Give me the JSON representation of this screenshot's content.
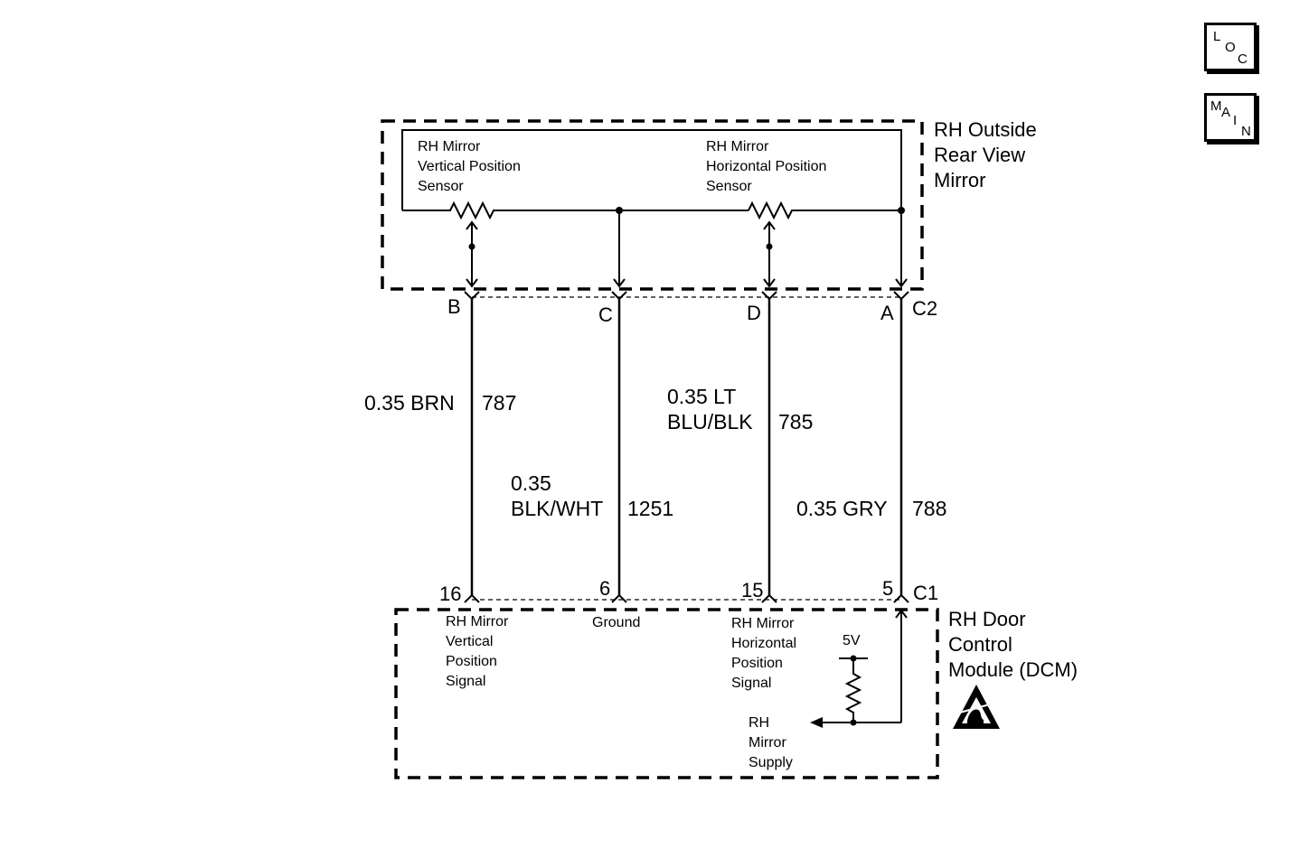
{
  "nav": {
    "loc": {
      "l1": "L",
      "l2": "O",
      "l3": "C"
    },
    "main": {
      "l1": "M",
      "l2": "A",
      "l3": "I",
      "l4": "N"
    }
  },
  "mirror": {
    "title_lines": [
      "RH Outside",
      "Rear View",
      "Mirror"
    ],
    "vertical_sensor_lines": [
      "RH Mirror",
      "Vertical Position",
      "Sensor"
    ],
    "horizontal_sensor_lines": [
      "RH Mirror",
      "Horizontal Position",
      "Sensor"
    ],
    "connector": "C2",
    "pins": {
      "b": "B",
      "c": "C",
      "d": "D",
      "a": "A"
    }
  },
  "wires": {
    "w787": {
      "gauge_color": "0.35 BRN",
      "circuit": "787"
    },
    "w1251": {
      "gauge_line1": "0.35",
      "gauge_line2": "BLK/WHT",
      "circuit": "1251"
    },
    "w785": {
      "gauge_line1": "0.35 LT",
      "gauge_line2": "BLU/BLK",
      "circuit": "785"
    },
    "w788": {
      "gauge_color": "0.35 GRY",
      "circuit": "788"
    }
  },
  "dcm": {
    "title_lines": [
      "RH Door",
      "Control",
      "Module (DCM)"
    ],
    "connector": "C1",
    "pins": {
      "p16": "16",
      "p6": "6",
      "p15": "15",
      "p5": "5"
    },
    "vertical_signal_lines": [
      "RH Mirror",
      "Vertical",
      "Position",
      "Signal"
    ],
    "ground": "Ground",
    "horizontal_signal_lines": [
      "RH Mirror",
      "Horizontal",
      "Position",
      "Signal"
    ],
    "supply_voltage": "5V",
    "supply_lines": [
      "RH",
      "Mirror",
      "Supply"
    ]
  }
}
